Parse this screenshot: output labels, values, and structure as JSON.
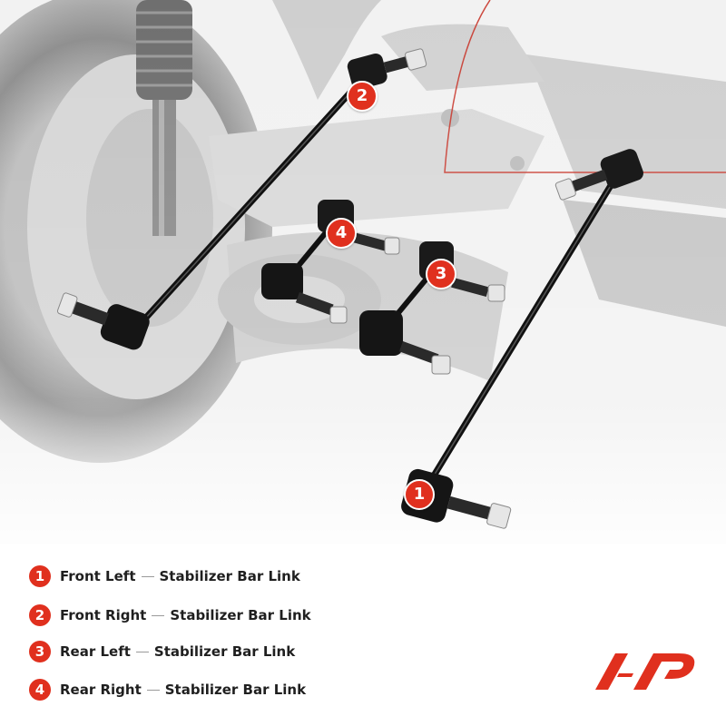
{
  "badges": {
    "b1": "1",
    "b2": "2",
    "b3": "3",
    "b4": "4"
  },
  "legend": [
    {
      "number": "1",
      "position": "Front Left",
      "part": "Stabilizer Bar Link"
    },
    {
      "number": "2",
      "position": "Front Right",
      "part": "Stabilizer Bar Link"
    },
    {
      "number": "3",
      "position": "Rear Left",
      "part": "Stabilizer Bar Link"
    },
    {
      "number": "4",
      "position": "Rear Right",
      "part": "Stabilizer Bar Link"
    }
  ],
  "colors": {
    "accent": "#e0301e",
    "text": "#1f1f1f",
    "part": "#111111"
  },
  "icons": {
    "brand_logo": "ap-logo"
  }
}
